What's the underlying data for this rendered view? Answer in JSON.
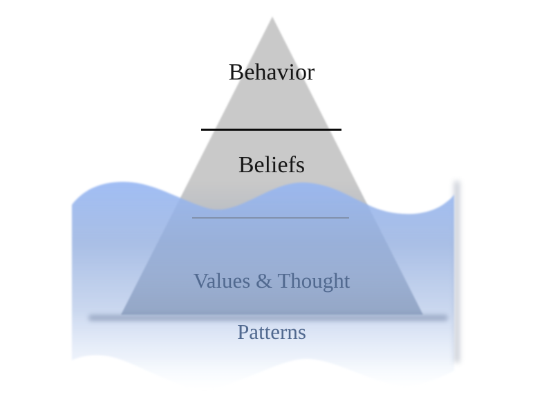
{
  "diagram": {
    "type": "iceberg-model",
    "waterline_note": "two layer labels above water, one submerged",
    "layers": [
      {
        "id": "behavior",
        "label": "Behavior",
        "zone": "above water"
      },
      {
        "id": "beliefs",
        "label": "Beliefs",
        "zone": "above water"
      },
      {
        "id": "values",
        "label": "Values & Thought Patterns",
        "line1": "Values & Thought",
        "line2": "Patterns",
        "zone": "below water"
      }
    ],
    "colors": {
      "background": "#ffffff",
      "iceberg_gray": "#c9c9c9",
      "iceberg_submerged": "#8b97a9",
      "water_blue_top": "#a6c4f4",
      "underwater_text": "#51698f",
      "divider_above_water": "#0a0a0a",
      "divider_below_water": "#8190ac"
    }
  }
}
